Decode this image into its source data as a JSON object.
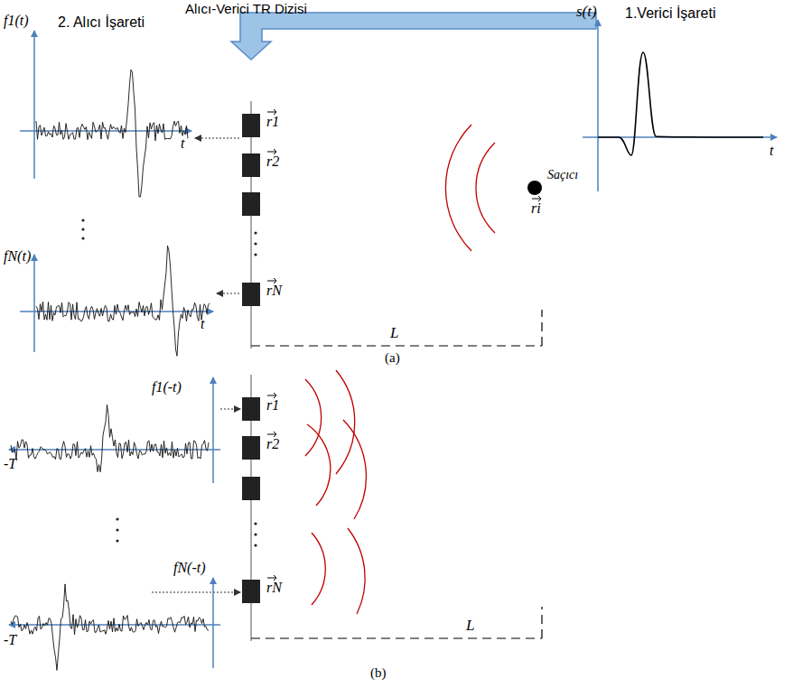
{
  "diagram": {
    "labels": [
      "Alıcı-Verici TR Dizisi",
      "s(t)",
      "1.Verici İşareti",
      "t",
      "f1(t)",
      "2. Alıcı İşareti",
      "t",
      "r1",
      "r2",
      "Saçıcı",
      "ri",
      "fN(t)",
      "t",
      "rN",
      "L",
      "(a)",
      "f1(-t)",
      "r1",
      "r2",
      "-T",
      "fN(-t)",
      "rN",
      "-T",
      "L",
      "(b)"
    ]
  }
}
